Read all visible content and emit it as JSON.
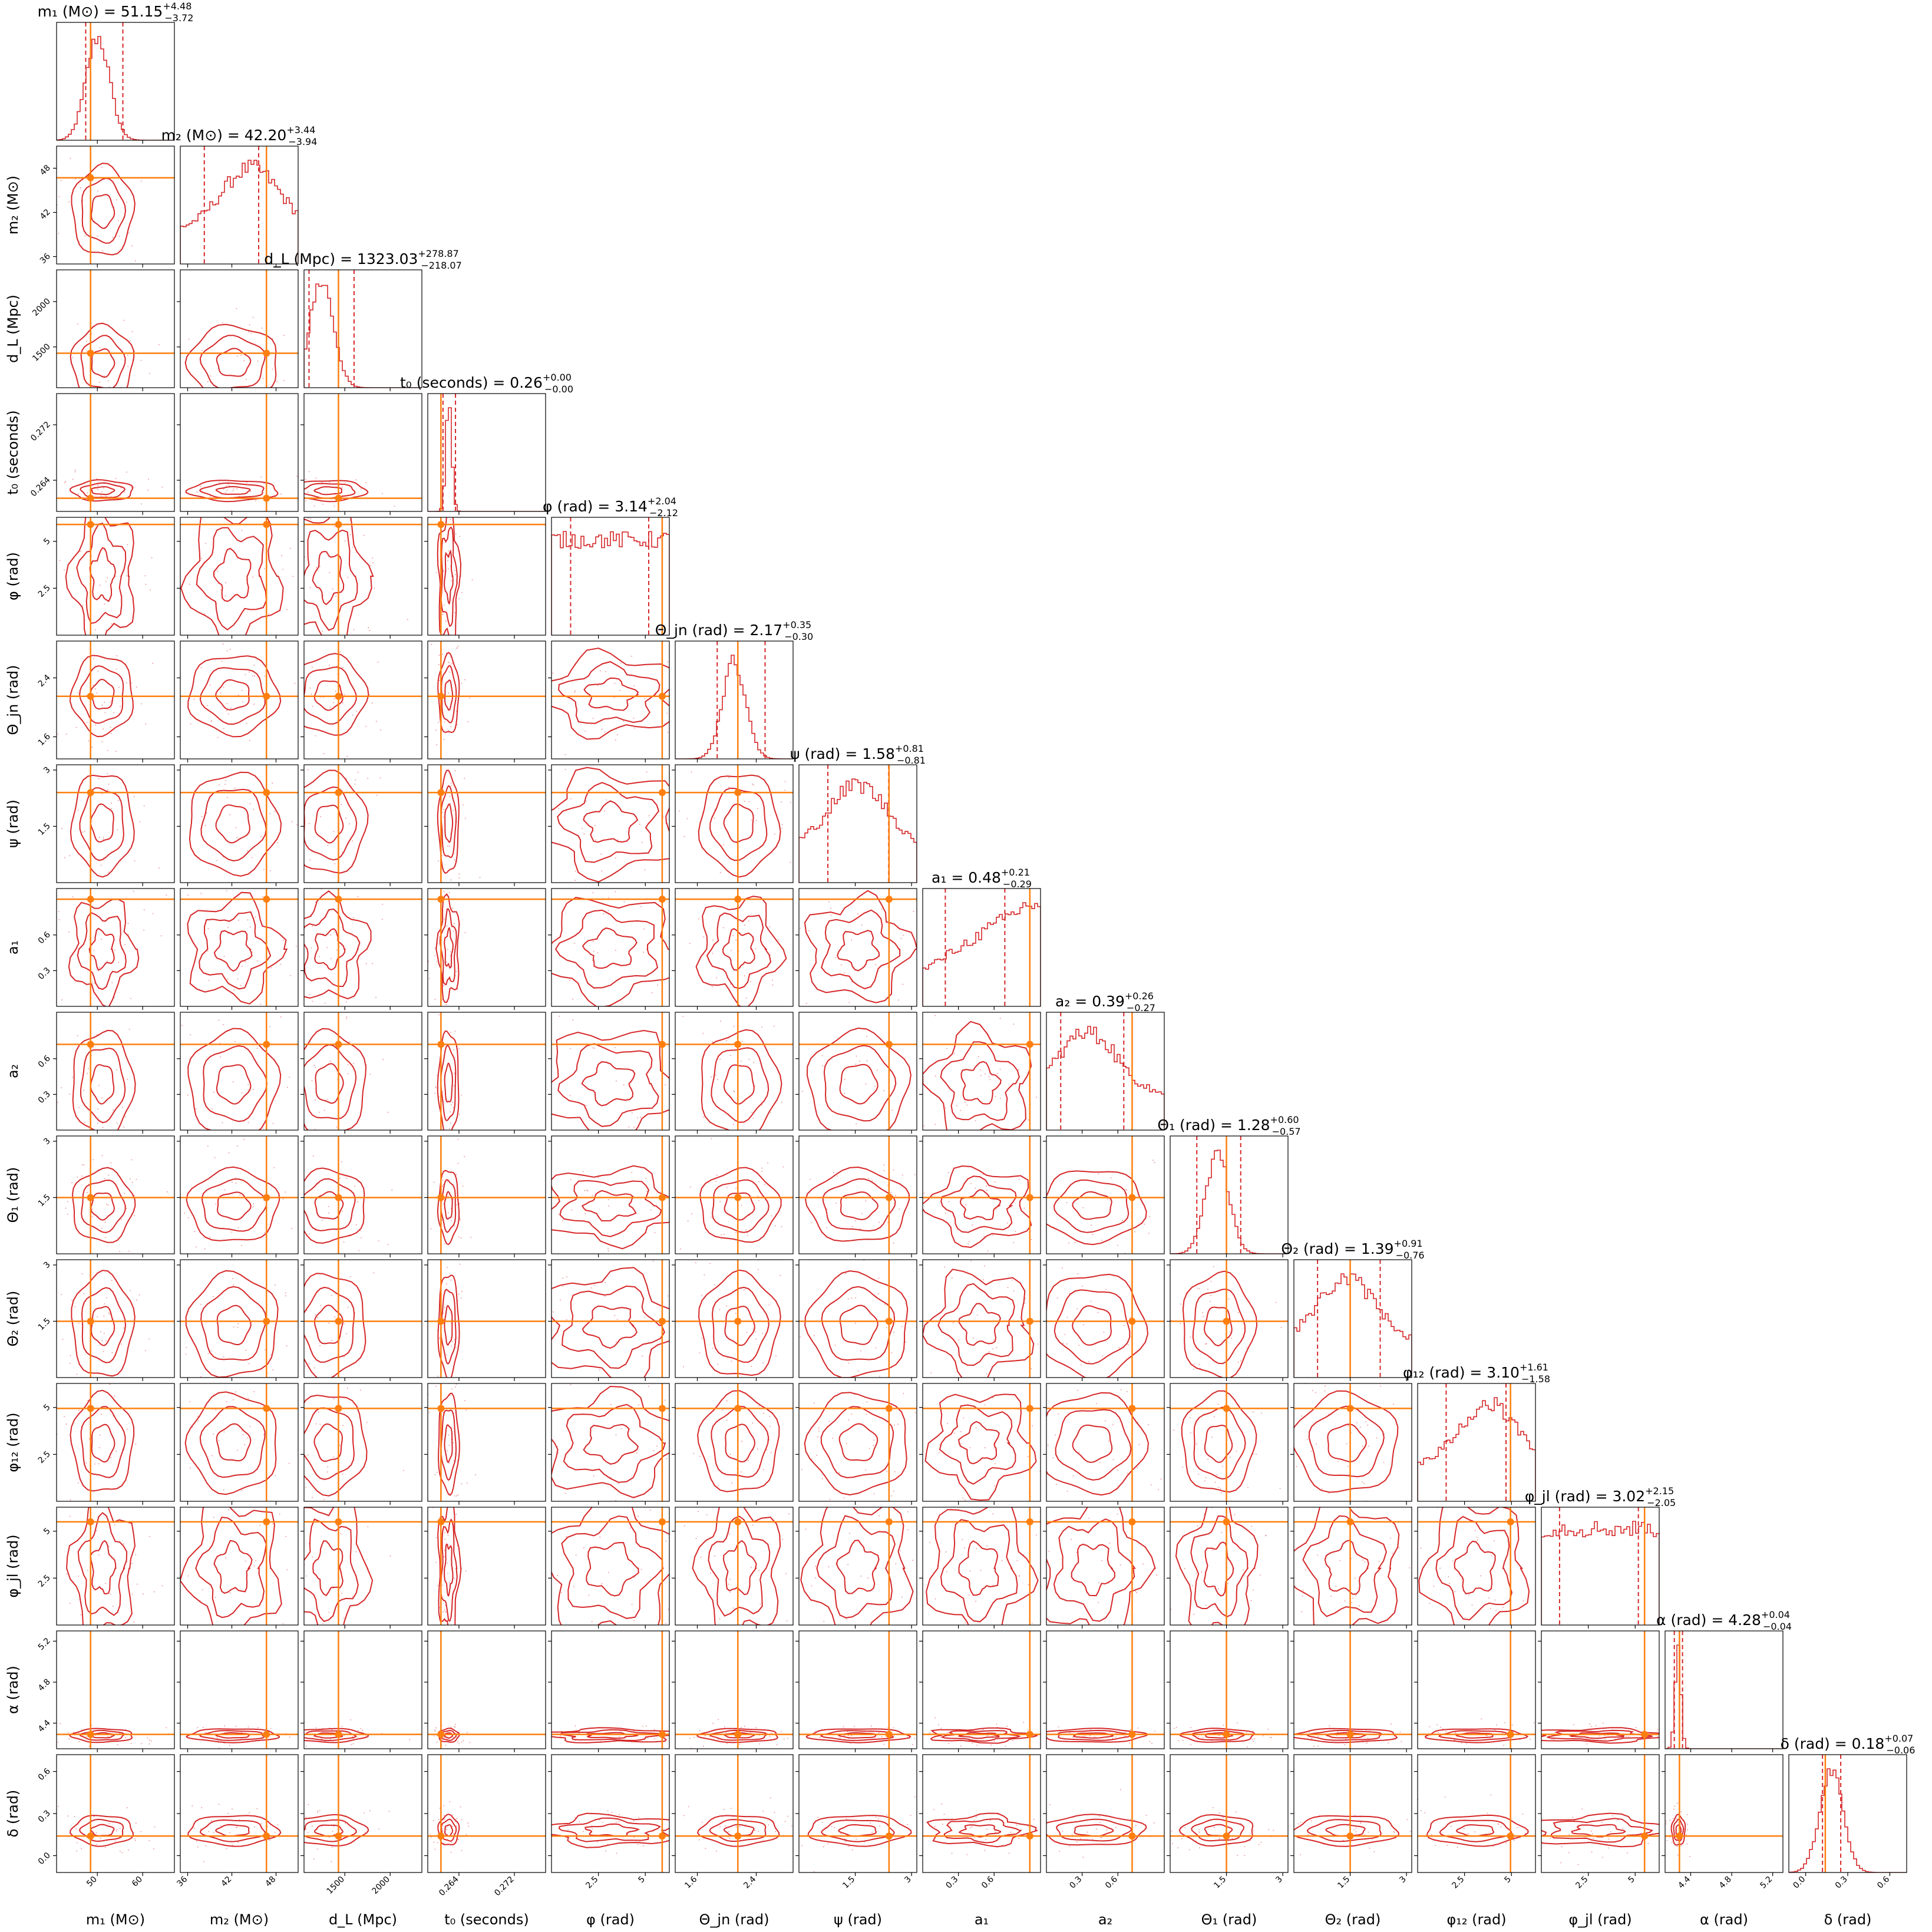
{
  "figure": {
    "colors": {
      "contour": "#d62728",
      "truth": "#ff7f0e",
      "scatter": "#e8a0a0",
      "axis": "#000000"
    }
  },
  "chart_data": {
    "type": "corner",
    "parameters": [
      {
        "key": "m1",
        "label_html": "m<tspan baseline-shift=\"sub\" font-size=\"70%\">1</tspan> (M<tspan baseline-shift=\"sub\" font-size=\"70%\">⊙</tspan>)",
        "axis_label": "m₁ (M⊙)",
        "title_prefix": "m₁ (M⊙) = ",
        "value": "51.15",
        "plus": "+4.48",
        "minus": "−3.72",
        "range": [
          41,
          67
        ],
        "ticks": [
          50,
          60
        ],
        "truth": 48.5,
        "median": 51.15,
        "lo": 47.43,
        "hi": 55.63,
        "shape": "peak",
        "peak_pos": 0.35
      },
      {
        "key": "m2",
        "axis_label": "m₂ (M⊙)",
        "title_prefix": "m₂ (M⊙) = ",
        "value": "42.20",
        "plus": "+3.44",
        "minus": "−3.94",
        "range": [
          35,
          51
        ],
        "ticks": [
          36,
          42,
          48
        ],
        "truth": 46.7,
        "median": 42.2,
        "lo": 38.26,
        "hi": 45.64,
        "shape": "broad",
        "peak_pos": 0.6
      },
      {
        "key": "dL",
        "axis_label": "d_L (Mpc)",
        "title_prefix": "d_L (Mpc) = ",
        "value": "1323.03",
        "plus": "+278.87",
        "minus": "−218.07",
        "range": [
          1050,
          2350
        ],
        "ticks": [
          1500,
          2000
        ],
        "truth": 1430,
        "median": 1323.03,
        "lo": 1104.96,
        "hi": 1601.9,
        "shape": "peak",
        "peak_pos": 0.15
      },
      {
        "key": "t0",
        "axis_label": "t₀ (seconds)",
        "title_prefix": "t₀ (seconds) = ",
        "value": "0.26",
        "plus": "+0.00",
        "minus": "−0.00",
        "range": [
          0.2595,
          0.2765
        ],
        "ticks": [
          0.264,
          0.272
        ],
        "truth": 0.2614,
        "median": 0.2625,
        "lo": 0.2617,
        "hi": 0.2635,
        "shape": "narrow",
        "peak_pos": 0.18
      },
      {
        "key": "phi",
        "axis_label": "φ (rad)",
        "title_prefix": "φ (rad) = ",
        "value": "3.14",
        "plus": "+2.04",
        "minus": "−2.12",
        "range": [
          0,
          6.28
        ],
        "ticks": [
          2.5,
          5.0
        ],
        "truth": 5.9,
        "median": 3.14,
        "lo": 1.02,
        "hi": 5.18,
        "shape": "flat",
        "peak_pos": 0.5
      },
      {
        "key": "thetajn",
        "axis_label": "Θ_jn (rad)",
        "title_prefix": "Θ_jn (rad) = ",
        "value": "2.17",
        "plus": "+0.35",
        "minus": "−0.30",
        "range": [
          1.3,
          2.9
        ],
        "ticks": [
          1.6,
          2.4
        ],
        "truth": 2.15,
        "median": 2.17,
        "lo": 1.87,
        "hi": 2.52,
        "shape": "peak",
        "peak_pos": 0.5
      },
      {
        "key": "psi",
        "axis_label": "ψ (rad)",
        "title_prefix": "ψ (rad) = ",
        "value": "1.58",
        "plus": "+0.81",
        "minus": "−0.81",
        "range": [
          0,
          3.14
        ],
        "ticks": [
          1.5,
          3.0
        ],
        "truth": 2.4,
        "median": 1.58,
        "lo": 0.77,
        "hi": 2.39,
        "shape": "broad",
        "peak_pos": 0.5
      },
      {
        "key": "a1",
        "axis_label": "a₁",
        "title_prefix": "a₁ = ",
        "value": "0.48",
        "plus": "+0.21",
        "minus": "−0.29",
        "range": [
          0,
          0.99
        ],
        "ticks": [
          0.3,
          0.6
        ],
        "truth": 0.9,
        "median": 0.48,
        "lo": 0.19,
        "hi": 0.69,
        "shape": "rising",
        "peak_pos": 0.9
      },
      {
        "key": "a2",
        "axis_label": "a₂",
        "title_prefix": "a₂ = ",
        "value": "0.39",
        "plus": "+0.26",
        "minus": "−0.27",
        "range": [
          0,
          0.99
        ],
        "ticks": [
          0.3,
          0.6
        ],
        "truth": 0.72,
        "median": 0.39,
        "lo": 0.12,
        "hi": 0.65,
        "shape": "broad",
        "peak_pos": 0.35
      },
      {
        "key": "theta1",
        "axis_label": "Θ₁ (rad)",
        "title_prefix": "Θ₁ (rad) = ",
        "value": "1.28",
        "plus": "+0.60",
        "minus": "−0.57",
        "range": [
          0,
          3.14
        ],
        "ticks": [
          1.5,
          3.0
        ],
        "truth": 1.5,
        "median": 1.28,
        "lo": 0.71,
        "hi": 1.88,
        "shape": "peak",
        "peak_pos": 0.4
      },
      {
        "key": "theta2",
        "axis_label": "Θ₂ (rad)",
        "title_prefix": "Θ₂ (rad) = ",
        "value": "1.39",
        "plus": "+0.91",
        "minus": "−0.76",
        "range": [
          0,
          3.14
        ],
        "ticks": [
          1.5,
          3.0
        ],
        "truth": 1.5,
        "median": 1.39,
        "lo": 0.63,
        "hi": 2.3,
        "shape": "broad",
        "peak_pos": 0.45
      },
      {
        "key": "phi12",
        "axis_label": "φ₁₂ (rad)",
        "title_prefix": "φ₁₂ (rad) = ",
        "value": "3.10",
        "plus": "+1.61",
        "minus": "−1.58",
        "range": [
          0,
          6.28
        ],
        "ticks": [
          2.5,
          5.0
        ],
        "truth": 4.95,
        "median": 3.1,
        "lo": 1.52,
        "hi": 4.71,
        "shape": "broad",
        "peak_pos": 0.6
      },
      {
        "key": "phijl",
        "axis_label": "φ_jl (rad)",
        "title_prefix": "φ_jl (rad) = ",
        "value": "3.02",
        "plus": "+2.15",
        "minus": "−2.05",
        "range": [
          0,
          6.28
        ],
        "ticks": [
          2.5,
          5.0
        ],
        "truth": 5.5,
        "median": 3.02,
        "lo": 0.97,
        "hi": 5.17,
        "shape": "flat",
        "peak_pos": 0.5
      },
      {
        "key": "alpha",
        "axis_label": "α (rad)",
        "title_prefix": "α (rad) = ",
        "value": "4.28",
        "plus": "+0.04",
        "minus": "−0.04",
        "range": [
          4.15,
          5.3
        ],
        "ticks": [
          4.4,
          4.8,
          5.2
        ],
        "truth": 4.29,
        "median": 4.28,
        "lo": 4.24,
        "hi": 4.32,
        "shape": "narrow",
        "peak_pos": 0.11
      },
      {
        "key": "delta",
        "axis_label": "δ (rad)",
        "title_prefix": "δ (rad) = ",
        "value": "0.18",
        "plus": "+0.07",
        "minus": "−0.06",
        "range": [
          -0.12,
          0.72
        ],
        "ticks": [
          0.0,
          0.3,
          0.6
        ],
        "truth": 0.14,
        "median": 0.18,
        "lo": 0.12,
        "hi": 0.25,
        "shape": "peak",
        "peak_pos": 0.36
      }
    ]
  }
}
